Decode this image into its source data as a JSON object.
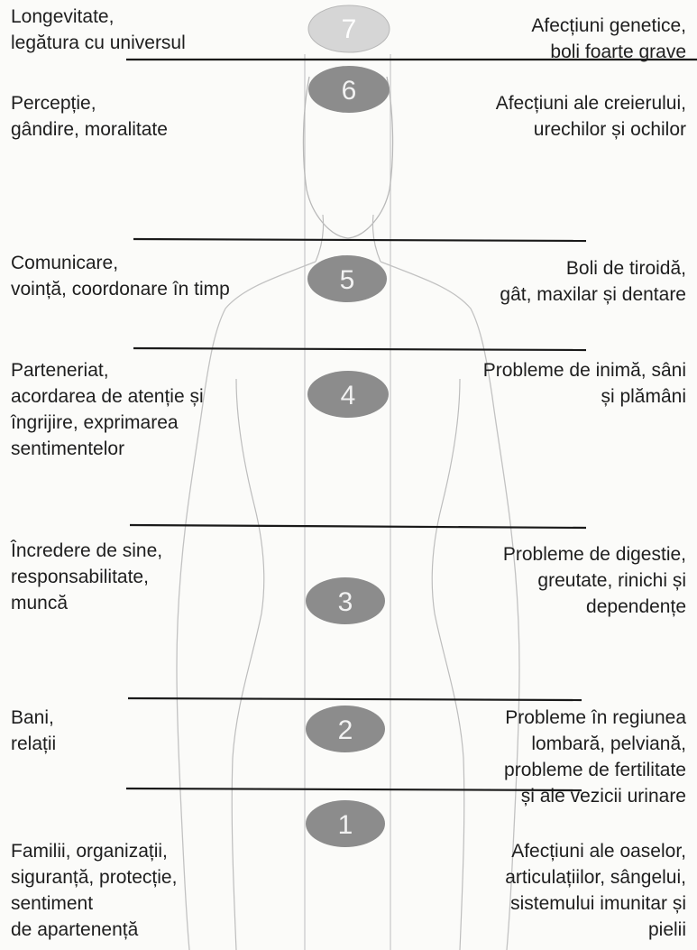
{
  "chakras": [
    {
      "number": "7",
      "left_text": "Longevitate,\nlegătura cu universul",
      "right_text": "Afecțiuni genetice,\nboli foarte grave",
      "color": "#d8d8d8"
    },
    {
      "number": "6",
      "left_text": "Percepție,\ngândire, moralitate",
      "right_text": "Afecțiuni ale creierului,\nurechilor și ochilor",
      "color": "#8a8a8a"
    },
    {
      "number": "5",
      "left_text": "Comunicare,\nvoință, coordonare în timp",
      "right_text": "Boli de tiroidă,\ngât, maxilar și dentare",
      "color": "#8a8a8a"
    },
    {
      "number": "4",
      "left_text": "Parteneriat,\nacordarea de atenție și\nîngrijire, exprimarea\nsentimentelor",
      "right_text": "Probleme de inimă, sâni\nși plămâni",
      "color": "#8a8a8a"
    },
    {
      "number": "3",
      "left_text": "Încredere de sine,\nresponsabilitate,\nmuncă",
      "right_text": "Probleme de digestie,\ngreutate, rinichi și\ndependențe",
      "color": "#8a8a8a"
    },
    {
      "number": "2",
      "left_text": "Bani,\nrelații",
      "right_text": "Probleme în regiunea\nlombară, pelviană,\nprobleme de fertilitate\nși ale vezicii urinare",
      "color": "#8a8a8a"
    },
    {
      "number": "1",
      "left_text": "Familii, organizații,\nsiguranță, protecție,\nsentiment\nde apartenență",
      "right_text": "Afecțiuni ale oaselor,\narticulațiilor, sângelui,\nsistemului imunitar și\npielii",
      "color": "#8a8a8a"
    }
  ]
}
